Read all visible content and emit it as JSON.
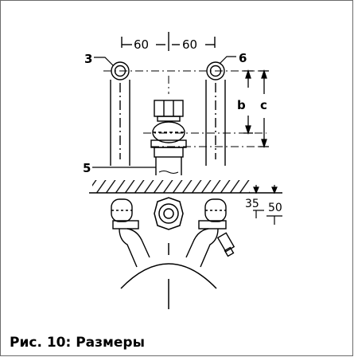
{
  "caption": "Рис. 10: Размеры",
  "labels": {
    "dim_left": "60",
    "dim_right": "60",
    "item3": "3",
    "item6": "6",
    "item5": "5",
    "dim_b": "b",
    "dim_c": "c",
    "dim_35": "35",
    "dim_50": "50"
  }
}
